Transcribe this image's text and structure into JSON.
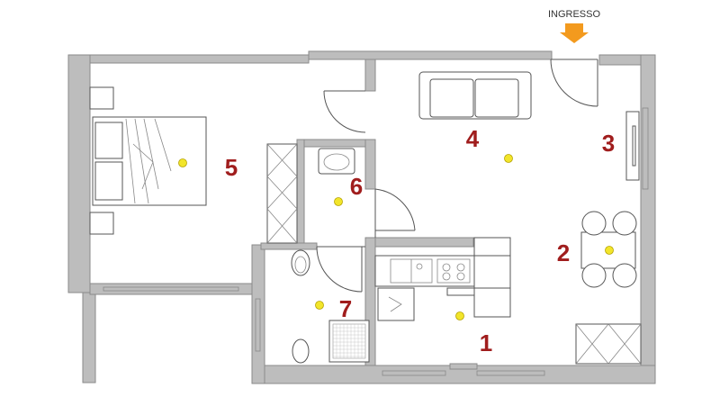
{
  "entrance": {
    "label": "INGRESSO"
  },
  "colors": {
    "room_number": "#a01d1d",
    "arrow": "#f39a1e",
    "light": "#f2e52a",
    "wall": "#bdbdbd",
    "wall_edge": "#8a8a8a",
    "line": "#555555"
  },
  "rooms": [
    {
      "id": "1",
      "label": "1"
    },
    {
      "id": "2",
      "label": "2"
    },
    {
      "id": "3",
      "label": "3"
    },
    {
      "id": "4",
      "label": "4"
    },
    {
      "id": "5",
      "label": "5"
    },
    {
      "id": "6",
      "label": "6"
    },
    {
      "id": "7",
      "label": "7"
    }
  ]
}
